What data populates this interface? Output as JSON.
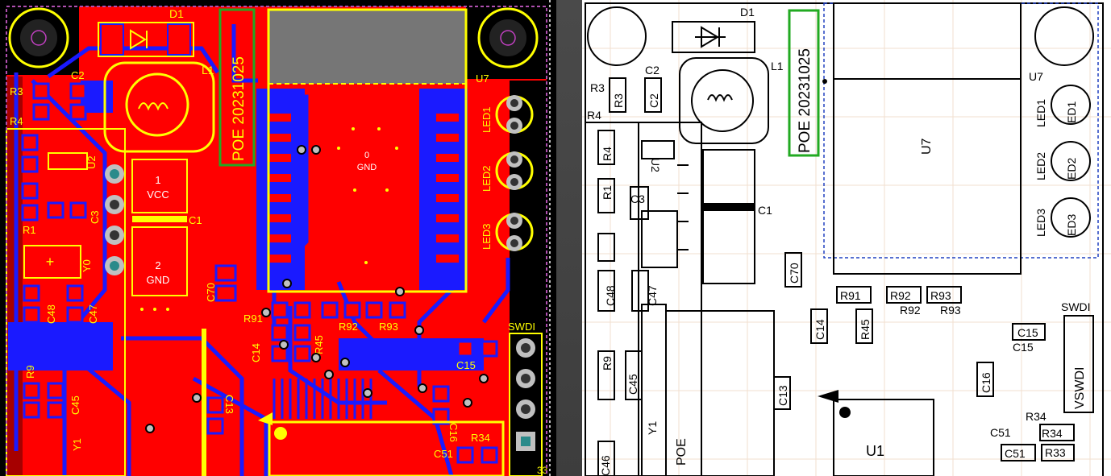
{
  "left_view": {
    "board_text": "POE  20231025",
    "shield_pad": {
      "label": "0",
      "net": "GND"
    },
    "pads": [
      {
        "label": "1",
        "net": "VCC"
      },
      {
        "label": "2",
        "net": "GND"
      }
    ],
    "labels": {
      "d1": "D1",
      "l1": "L1",
      "r3": "R3",
      "c2": "C2",
      "r4": "R4",
      "u2": "U2",
      "c3": "C3",
      "c1": "C1",
      "r1": "R1",
      "y0": "Y0",
      "c48": "C48",
      "c47": "C47",
      "c70": "C70",
      "u7": "U7",
      "led1": "LED1",
      "led2": "LED2",
      "led3": "LED3",
      "r91": "R91",
      "r92": "R92",
      "r93": "R93",
      "r45": "R45",
      "c14": "C14",
      "c15": "C15",
      "swdi": "SWDI",
      "r9": "R9",
      "c45": "C45",
      "y1": "Y1",
      "c13": "C13",
      "c16": "C16",
      "c51": "C51",
      "r34": "R34",
      "b3": "33"
    },
    "colors": {
      "copper_top": "#ff0000",
      "copper_bottom": "#1a1aff",
      "silk": "#ffff00",
      "board_edge": "#a040a0",
      "keepout": "#22aa22"
    }
  },
  "right_view": {
    "board_text": "POE  20231025",
    "labels": {
      "d1": "D1",
      "l1": "L1",
      "r3": "R3",
      "c2": "C2",
      "r4": "R4",
      "u2": "U2",
      "c3": "C3",
      "c1": "C1",
      "c70": "C70",
      "u7": "U7",
      "led1": "LED1",
      "led2": "LED2",
      "led3": "LED3",
      "ed1": "ED1",
      "ed2": "ED2",
      "ed3": "ED3",
      "r91": "R91",
      "r92": "R92",
      "r93": "R93",
      "r45": "R45",
      "c14": "C14",
      "c15": "C15",
      "c16": "C16",
      "swdi": "SWDI",
      "vswdi": "VSWDI",
      "c48": "C48",
      "c47": "C47",
      "r9": "R9",
      "c45": "C45",
      "y1": "Y1",
      "c13": "C13",
      "u1": "U1",
      "c51": "C51",
      "r34": "R34",
      "r33": "R33",
      "poe": "POE",
      "c46": "C46",
      "r1": "R1"
    }
  }
}
